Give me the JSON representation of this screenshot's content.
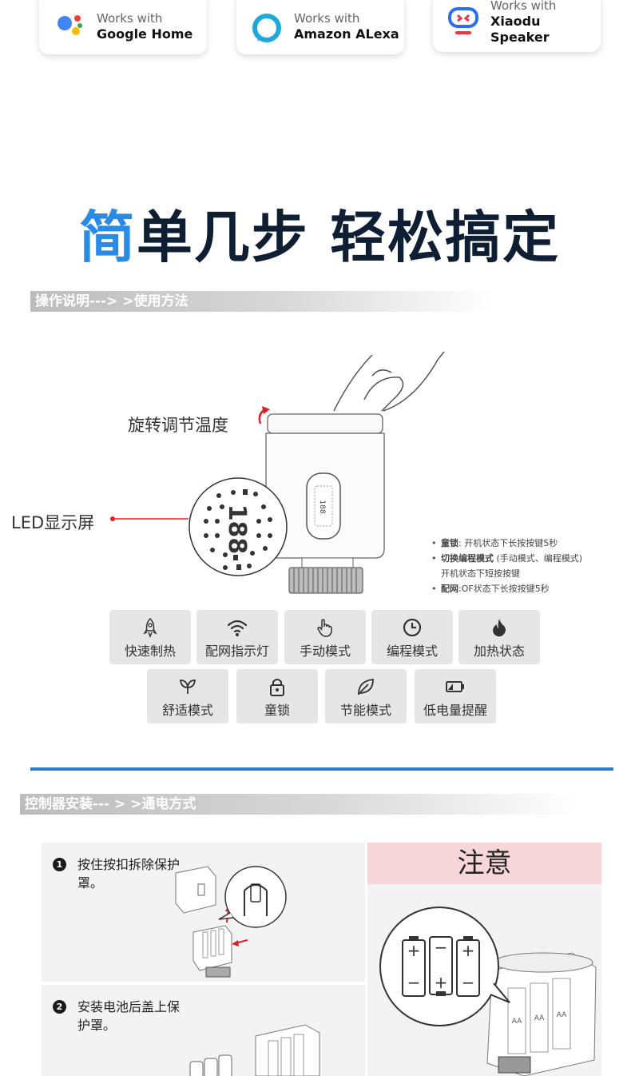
{
  "works_with": [
    {
      "small": "Works with",
      "big": "Google Home",
      "icon": "google-assistant-icon"
    },
    {
      "small": "Works with",
      "big": "Amazon ALexa",
      "icon": "alexa-icon"
    },
    {
      "small": "Works with",
      "big": "Xiaodu Speaker",
      "icon": "xiaodu-icon"
    }
  ],
  "headline": {
    "first": "简",
    "rest": "单几步 轻松搞定"
  },
  "section1": {
    "label": "操作说明---> >使用方法"
  },
  "device": {
    "rotate_label": "旋转调节温度",
    "led_label": "LED显示屏",
    "display_readout": "188",
    "notes": [
      {
        "title": "童锁",
        "text": ": 开机状态下长按按键5秒",
        "sub": ""
      },
      {
        "title": "切换编程模式",
        "text": " (手动模式、编程模式)",
        "sub": "开机状态下短按按键"
      },
      {
        "title": "配网",
        "text": ":OF状态下长按按键5秒",
        "sub": ""
      }
    ]
  },
  "tiles_row1": [
    {
      "label": "快速制热",
      "icon": "rocket-icon"
    },
    {
      "label": "配网指示灯",
      "icon": "wifi-icon"
    },
    {
      "label": "手动模式",
      "icon": "hand-icon"
    },
    {
      "label": "编程模式",
      "icon": "clock-icon"
    },
    {
      "label": "加热状态",
      "icon": "flame-icon"
    }
  ],
  "tiles_row2": [
    {
      "label": "舒适模式",
      "icon": "sprout-icon"
    },
    {
      "label": "童锁",
      "icon": "lock-icon"
    },
    {
      "label": "节能模式",
      "icon": "leaf-icon"
    },
    {
      "label": "低电量提醒",
      "icon": "low-battery-icon"
    }
  ],
  "section2": {
    "label": "控制器安装--- > >通电方式"
  },
  "install": {
    "step1": {
      "num": "1",
      "text": "按住按扣拆除保护罩。"
    },
    "step2": {
      "num": "2",
      "text": "安装电池后盖上保护罩。"
    },
    "attention": "注意",
    "battery_labels": [
      "AA",
      "AA",
      "AA"
    ],
    "polarity": {
      "plus": "+",
      "minus": "−"
    }
  },
  "colors": {
    "accent_blue": "#2a8be6",
    "headline_dark": "#0e1f33",
    "divider": "#2b7fd3",
    "attention_pink": "#f7d6da"
  }
}
